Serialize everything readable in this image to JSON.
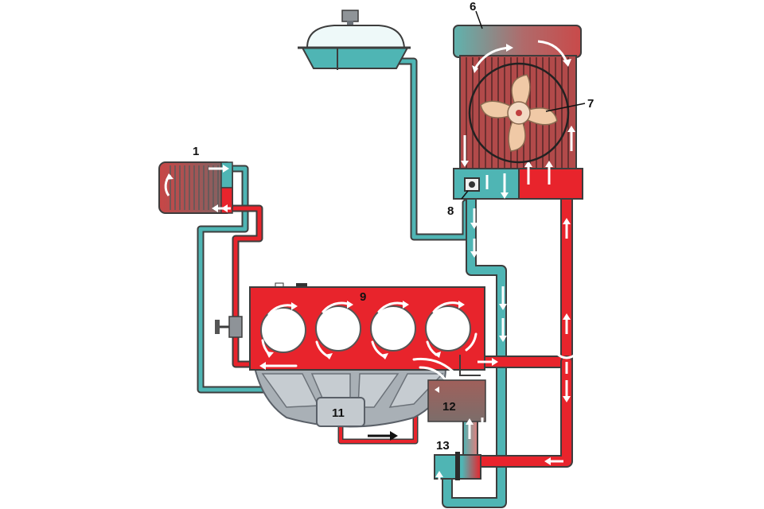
{
  "labels": {
    "heater_core": "1",
    "radiator": "6",
    "fan": "7",
    "drain_plug": "8",
    "engine_block": "9",
    "intake_manifold": "11",
    "thermostat_housing": "12",
    "pump": "13"
  },
  "colors": {
    "hot": "#e8242c",
    "cool": "#4fb5b4",
    "pipe_outline": "#3d3d3d",
    "flow_arrow": "#ffffff",
    "manifold": "#9aa1a8",
    "radiator_top": "#8fa6a2",
    "coolant_tank": "#c9f2f2",
    "fan_blade": "#f0c9a6",
    "thermostat": "#9a5a56"
  },
  "icons": [
    "flow-arrow-icon",
    "fan-icon",
    "valve-icon",
    "direction-arrow-icon"
  ]
}
